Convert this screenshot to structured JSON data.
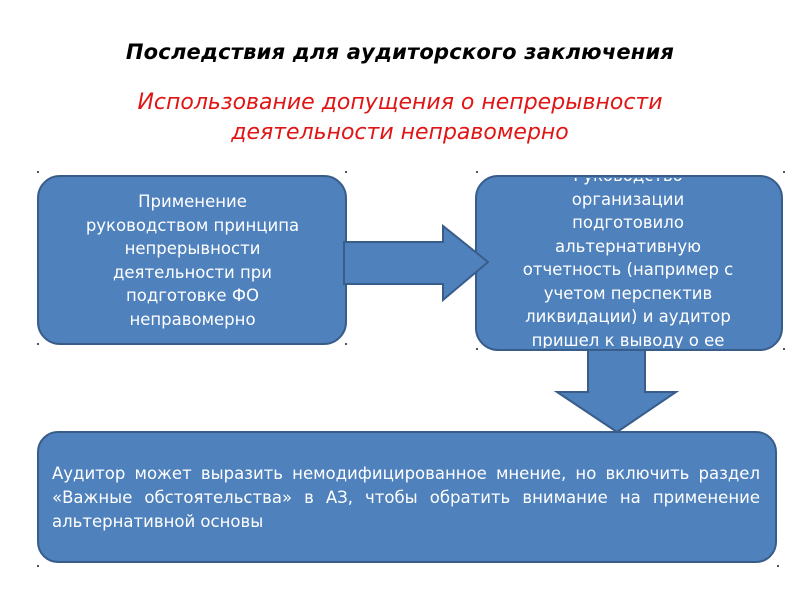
{
  "title": "Последствия для аудиторского заключения",
  "subtitle_line1": "Использование допущения о непрерывности",
  "subtitle_line2": "деятельности неправомерно",
  "box_left_lines": [
    "Применение",
    "руководством принципа",
    "непрерывности",
    "деятельности при",
    "подготовке ФО",
    "неправомерно"
  ],
  "box_right_lines": [
    "Руководство",
    "организации",
    "подготовило",
    "альтернативную",
    "отчетность (например с",
    "учетом перспектив",
    "ликвидации) и аудитор",
    "пришел к выводу о ее"
  ],
  "box_bottom_text": "Аудитор может выразить немодифицированное мнение, но включить раздел «Важные обстоятельства» в АЗ, чтобы обратить внимание на применение альтернативной основы",
  "colors": {
    "box_fill": "#4f81bd",
    "box_stroke": "#385d8a",
    "subtitle": "#e01515"
  }
}
